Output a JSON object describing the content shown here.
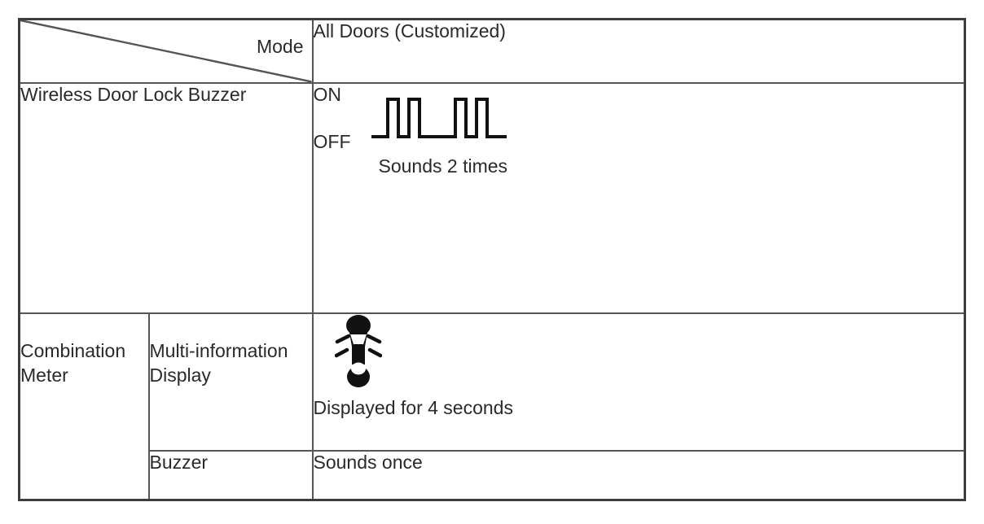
{
  "table": {
    "header": {
      "corner_label": "Mode",
      "mode_value": "All Doors (Customized)"
    },
    "wireless": {
      "label": "Wireless Door Lock Buzzer",
      "on_label": "ON",
      "off_label": "OFF",
      "caption": "Sounds 2 times"
    },
    "combination_meter": {
      "label": "Combination\nMeter",
      "multi_info": {
        "label": "Multi-information\nDisplay",
        "caption": "Displayed for 4 seconds"
      },
      "buzzer": {
        "label": "Buzzer",
        "value": "Sounds once"
      }
    },
    "icons": {
      "waveform": "buzzer-pulse-waveform-icon",
      "car": "car-door-open-indicator-icon",
      "diagonal": "diagonal-header-divider"
    },
    "colors": {
      "border": "#555555",
      "outer_border": "#3d3d3d",
      "text": "#2a2a2a",
      "ink": "#111111"
    }
  }
}
